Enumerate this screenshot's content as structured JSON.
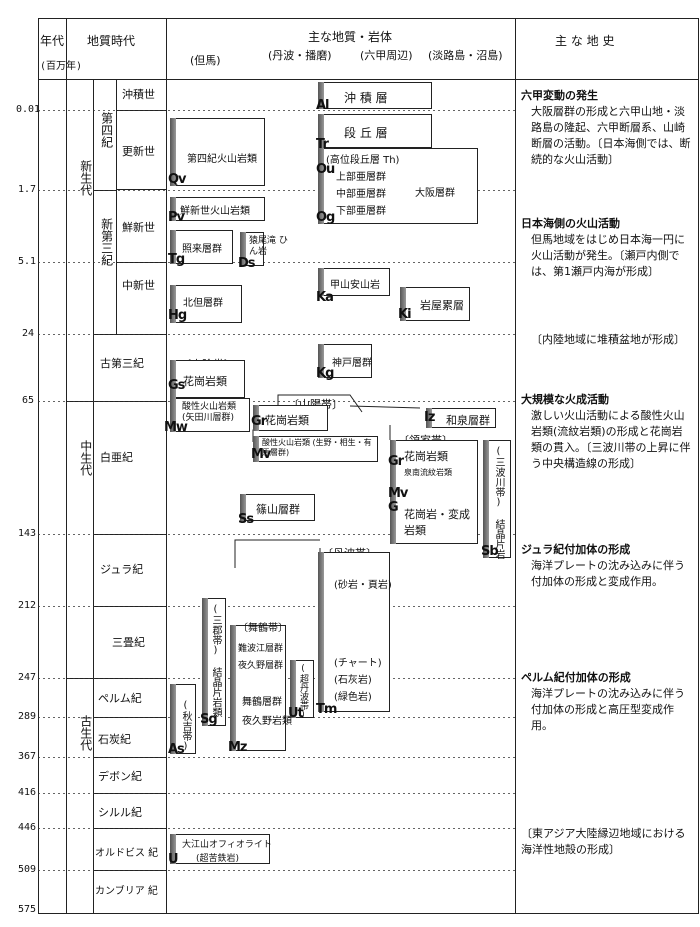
{
  "header": {
    "age": "年代",
    "age_unit": "(百万年)",
    "period": "地質時代",
    "geology": "主な地質・岩体",
    "regions": [
      "(但馬)",
      "(丹波・播磨)",
      "(六甲周辺)",
      "(淡路島・沼島)"
    ],
    "history": "主 な 地 史"
  },
  "ages": [
    "0.01",
    "1.7",
    "5.1",
    "24",
    "65",
    "143",
    "212",
    "247",
    "289",
    "367",
    "416",
    "446",
    "509",
    "575"
  ],
  "eras": [
    "新生代",
    "中生代",
    "古生代"
  ],
  "periods": [
    "第四紀",
    "新第三紀"
  ],
  "epochs": [
    "沖積世",
    "更新世",
    "鮮新世",
    "中新世",
    "古第三紀",
    "白亜紀",
    "ジュラ紀",
    "三畳紀",
    "ペルム紀",
    "石炭紀",
    "デボン紀",
    "シルル紀",
    "オルドビス 紀",
    "カンブリア 紀"
  ],
  "units": {
    "qv": {
      "code": "Qv",
      "label": "第四紀火山岩類"
    },
    "pv": {
      "code": "Pv",
      "label": "鮮新世火山岩類"
    },
    "tg": {
      "code": "Tg",
      "label": "照来層群"
    },
    "ds": {
      "code": "Ds",
      "label": "猿尾滝 ひん岩"
    },
    "hg": {
      "code": "Hg",
      "label": "北但層群"
    },
    "gs": {
      "code": "Gs",
      "label": "花崗岩類",
      "belt": "〔山陰帯〕"
    },
    "mw": {
      "code": "Mw",
      "label": "酸性火山岩類 (矢田川層群)"
    },
    "ss": {
      "code": "Ss",
      "label": "篠山層群"
    },
    "al": {
      "code": "Al",
      "label": "沖 積 層"
    },
    "tr": {
      "code": "Tr",
      "label": "段 丘 層"
    },
    "ou": {
      "code": "Ou",
      "label": "上部亜層群",
      "th": "(高位段丘層 Th)"
    },
    "osaka_mid": "中部亜層群",
    "og": {
      "code": "Og",
      "label": "下部亜層群"
    },
    "osaka": "大阪層群",
    "ka": {
      "code": "Ka",
      "label": "甲山安山岩"
    },
    "kg": {
      "code": "Kg",
      "label": "神戸層群"
    },
    "gr": {
      "code": "Gr",
      "label": "花崗岩類",
      "belt": "〔山陽帯〕"
    },
    "mv": {
      "code": "Mv",
      "label": "酸性火山岩類 (生野・相生・有馬層群)"
    },
    "ki": {
      "code": "Ki",
      "label": "岩屋累層"
    },
    "iz": {
      "code": "Iz",
      "label": "和泉層群"
    },
    "ryoke": {
      "belt": "〔領家帯〕",
      "label1": "花崗岩類",
      "label2": "泉南流紋岩類",
      "label3": "花崗岩・変成岩類",
      "codes": [
        "Gr",
        "Mv",
        "G"
      ]
    },
    "sb": {
      "code": "Sb",
      "label": "(三波川帯) 結晶片岩"
    },
    "tanba": {
      "belt": "〔丹波帯〕",
      "rock1": "(砂岩・頁岩)",
      "rock2": "(チャート)",
      "rock3": "(石灰岩)",
      "rock4": "(緑色岩)",
      "code": "Tm"
    },
    "ut": {
      "code": "Ut",
      "label": "(超丹波帯)"
    },
    "mz": {
      "code": "Mz",
      "belt": "〔舞鶴帯〕",
      "l1": "舞鶴層群",
      "l2": "夜久野岩類",
      "l3": "難波江層群",
      "l4": "夜久野層群"
    },
    "sg": {
      "code": "Sg",
      "label": "(三郡帯) 結晶片岩類"
    },
    "as": {
      "code": "As",
      "label": "(秋吉帯)"
    },
    "ue": {
      "code": "U",
      "label": "大江山オフィオライト",
      "sub": "(超苦鉄岩)"
    }
  },
  "history": [
    {
      "title": "六甲変動の発生",
      "body": "大阪層群の形成と六甲山地・淡路島の隆起、六甲断層系、山崎断層の活動。〔日本海側では、断続的な火山活動〕"
    },
    {
      "title": "日本海側の火山活動",
      "body": "但馬地域をはじめ日本海一円に火山活動が発生。〔瀬戸内側では、第1瀬戸内海が形成〕"
    },
    {
      "title": "",
      "body": "〔内陸地域に堆積盆地が形成〕"
    },
    {
      "title": "大規模な火成活動",
      "body": "激しい火山活動による酸性火山岩類(流紋岩類)の形成と花崗岩類の貫入。〔三波川帯の上昇に伴う中央構造線の形成〕"
    },
    {
      "title": "ジュラ紀付加体の形成",
      "body": "海洋プレートの沈み込みに伴う付加体の形成と変成作用。"
    },
    {
      "title": "ペルム紀付加体の形成",
      "body": "海洋プレートの沈み込みに伴う付加体の形成と高圧型変成作用。"
    },
    {
      "title": "",
      "body": "〔東アジア大陸縁辺地域における海洋性地殻の形成〕"
    }
  ]
}
